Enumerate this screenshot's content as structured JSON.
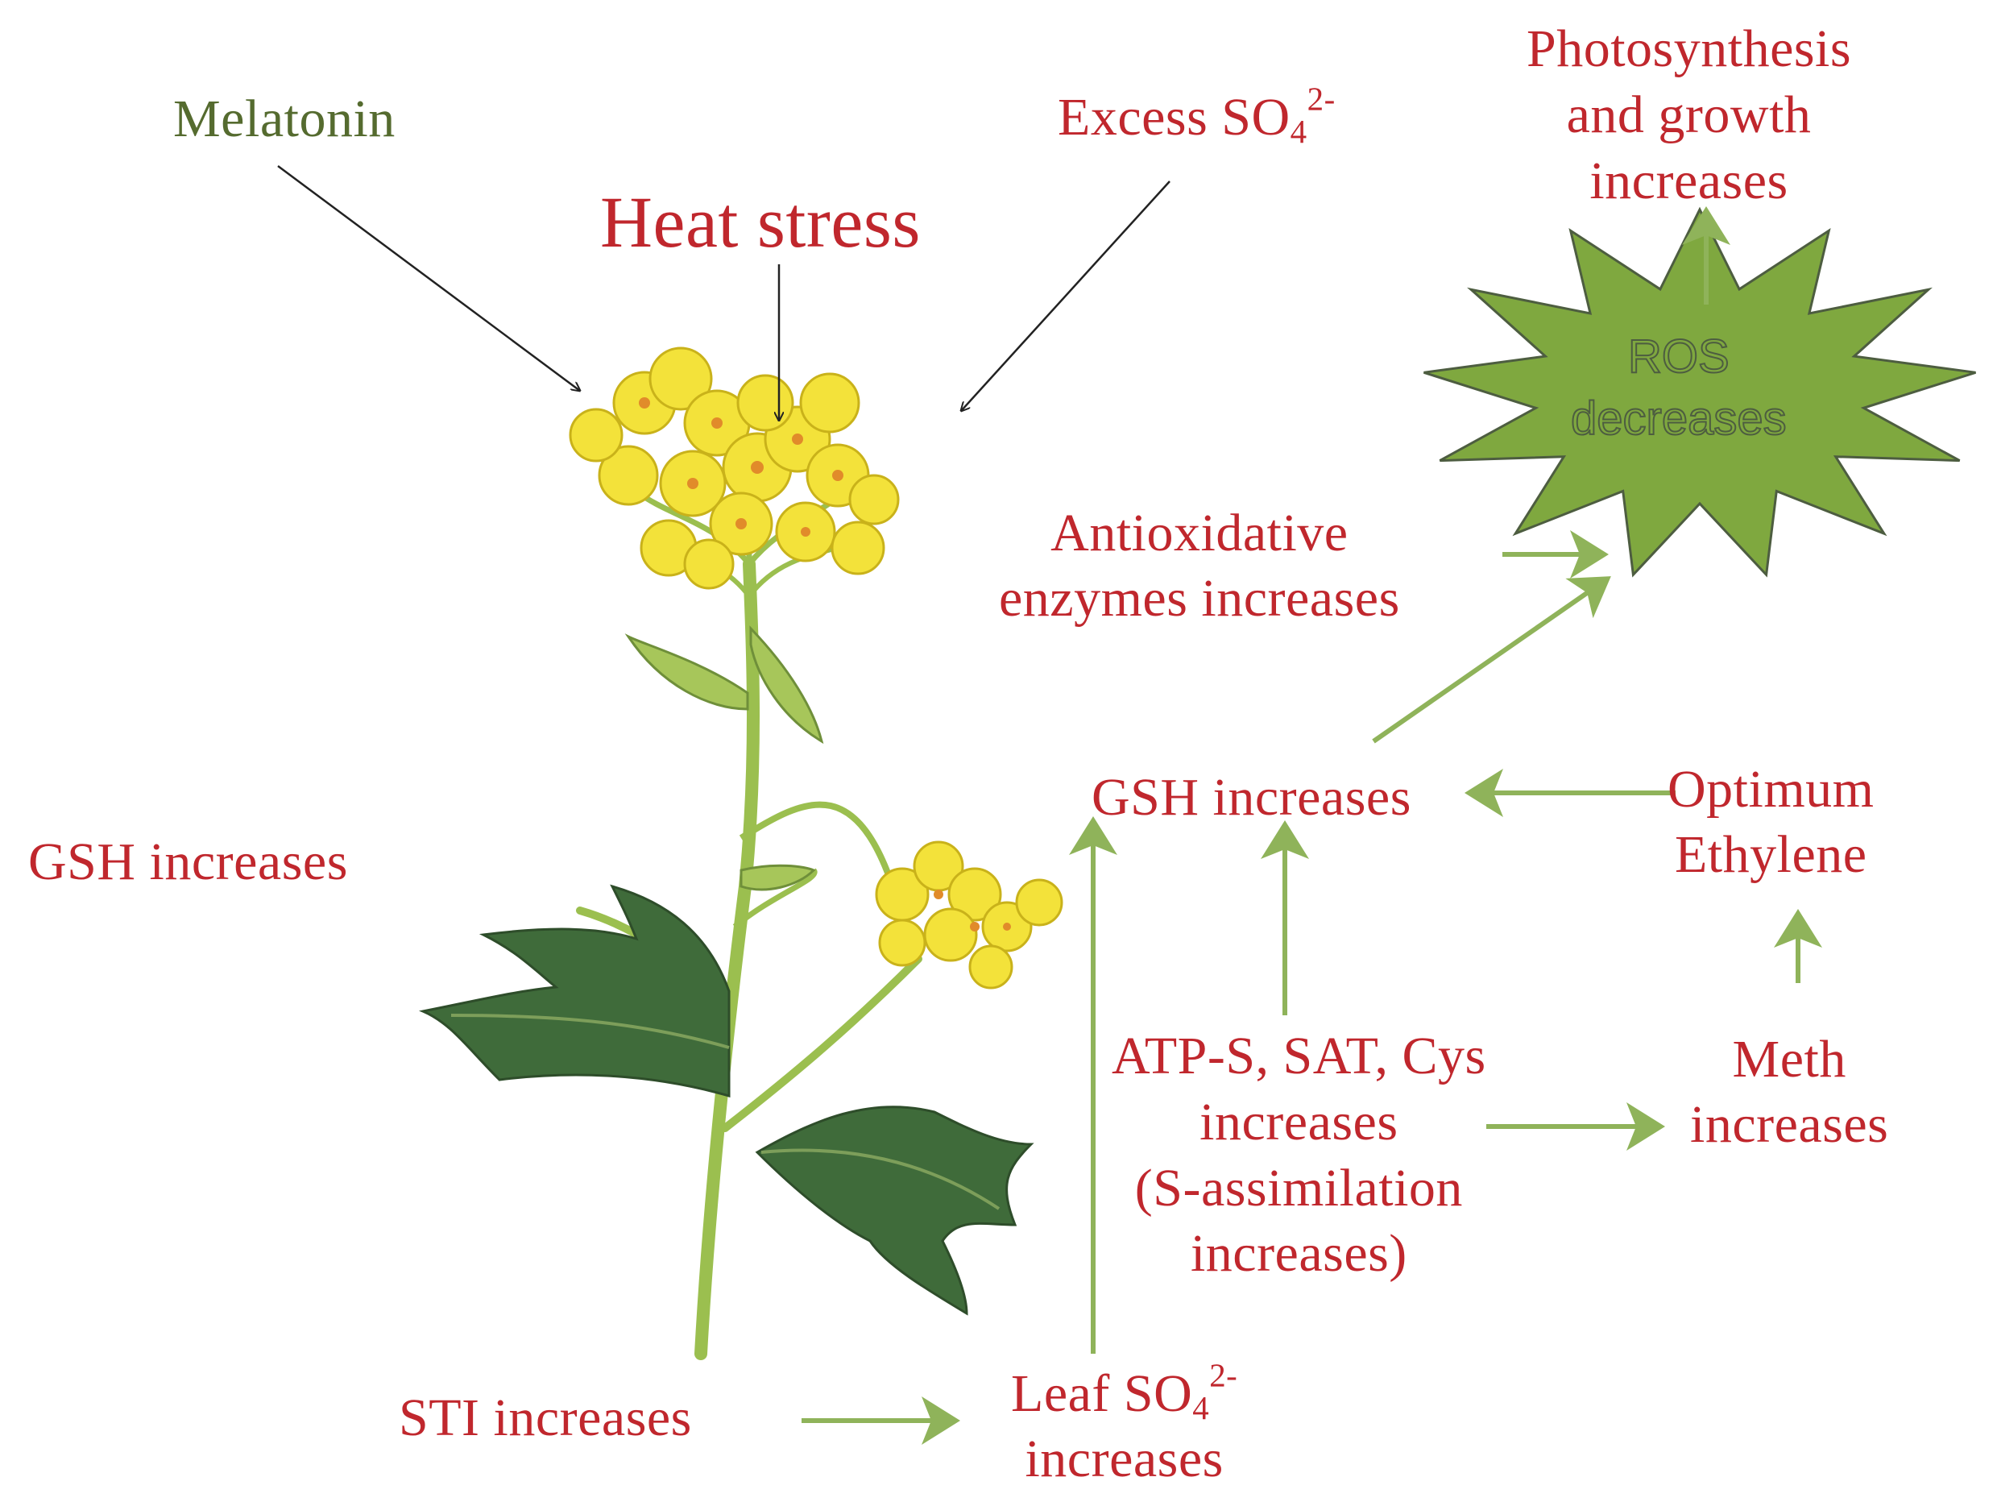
{
  "inputs": {
    "melatonin": "Melatonin",
    "heat_stress": "Heat stress",
    "excess_prefix": "Excess SO",
    "excess_sub": "4",
    "excess_sup": "2-"
  },
  "effects": {
    "gsh_left": "GSH increases",
    "sti": "STI increases",
    "leaf_prefix": "Leaf SO",
    "leaf_sub": "4",
    "leaf_sup": "2-",
    "leaf_line2": "increases",
    "assim_line1": "ATP-S, SAT, Cys",
    "assim_line2": "increases",
    "assim_line3": "(S-assimilation",
    "assim_line4": "increases)",
    "meth_line1": "Meth",
    "meth_line2": "increases",
    "ethylene_line1": "Optimum",
    "ethylene_line2": "Ethylene",
    "gsh_right": "GSH increases",
    "antiox_line1": "Antioxidative",
    "antiox_line2": "enzymes increases",
    "ros_line1": "ROS",
    "ros_line2": "decreases",
    "photo_line1": "Photosynthesis",
    "photo_line2": "and growth",
    "photo_line3": "increases"
  },
  "colors": {
    "label_red": "#c0272d",
    "melatonin_green": "#556b2f",
    "arrow_green": "#8fb35a",
    "star_fill": "#7fa83f",
    "star_stroke": "#4d5d40",
    "input_arrow": "#222222",
    "petal": "#f3e23a",
    "leaf": "#3f6b3a",
    "stem": "#9bbf4f"
  },
  "icons": {
    "plant": "mustard-plant-illustration",
    "burst": "star-burst-shape"
  }
}
